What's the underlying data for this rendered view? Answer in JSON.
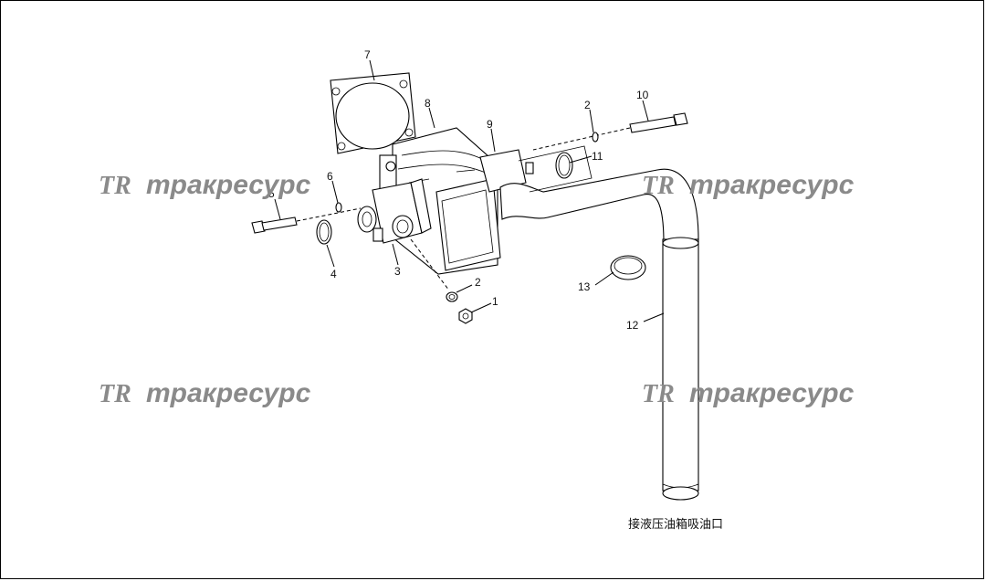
{
  "watermark": {
    "logo": "TR",
    "text": "тракресурс"
  },
  "callouts": {
    "p1": "1",
    "p2a": "2",
    "p2b": "2",
    "p3": "3",
    "p4": "4",
    "p5": "5",
    "p6": "6",
    "p7": "7",
    "p8": "8",
    "p9": "9",
    "p10": "10",
    "p11": "11",
    "p12": "12",
    "p13": "13"
  },
  "caption": "接液压油箱吸油口"
}
